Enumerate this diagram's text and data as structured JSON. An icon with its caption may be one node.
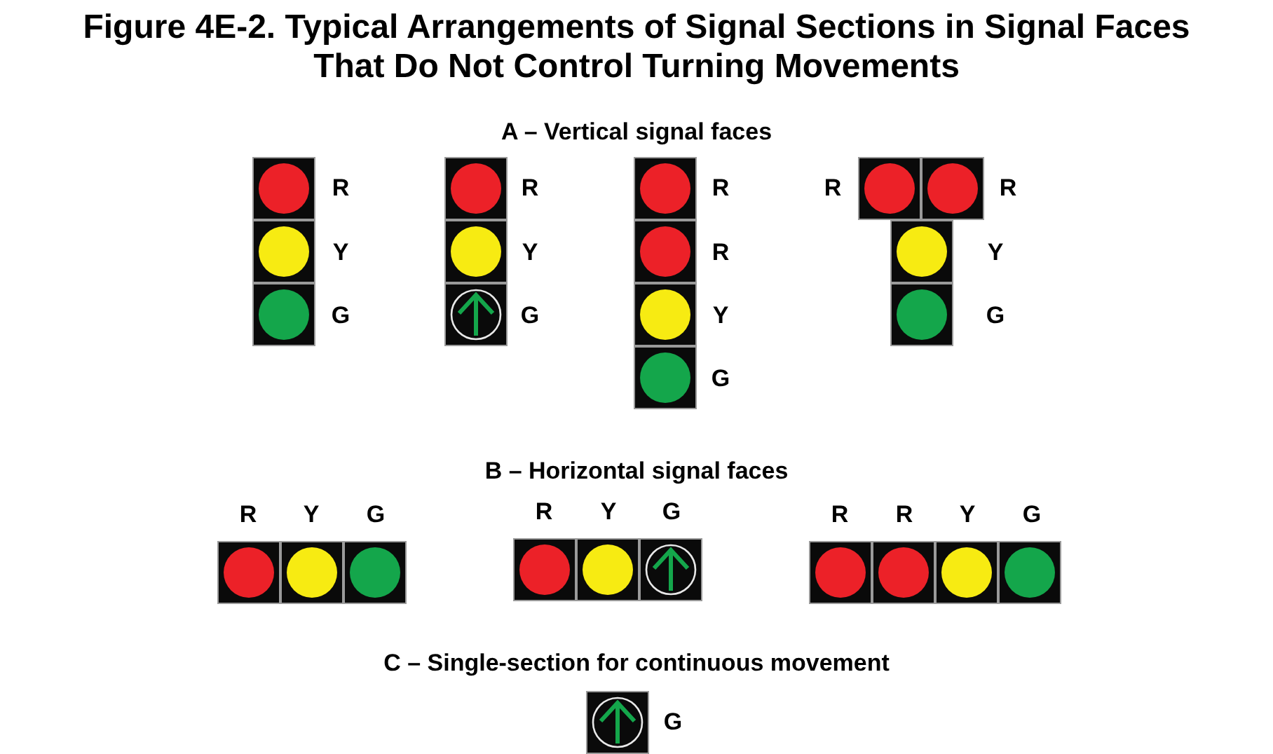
{
  "diagram": {
    "title": "Figure 4E-2. Typical Arrangements of Signal Sections in Signal Faces That Do Not Control Turning Movements",
    "labels": [
      "A – Vertical signal faces",
      "R",
      "R",
      "R",
      "R",
      "R",
      "Y",
      "Y",
      "R",
      "Y",
      "G",
      "G",
      "Y",
      "G",
      "G",
      "B – Horizontal signal faces",
      "R",
      "Y",
      "G",
      "R",
      "Y",
      "G",
      "R",
      "R",
      "Y",
      "G",
      "C – Single-section for continuous movement",
      "G"
    ]
  }
}
